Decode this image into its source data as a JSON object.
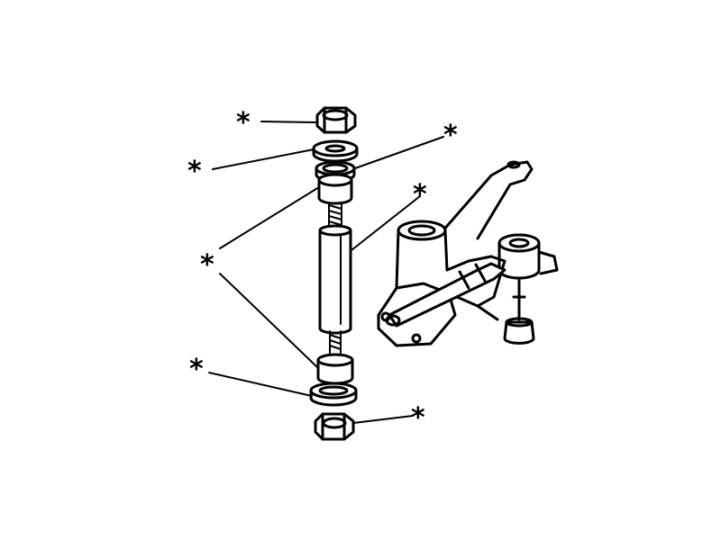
{
  "diagram": {
    "callout_symbol": "*",
    "callouts": [
      {
        "part": "upper-nut",
        "label": "*"
      },
      {
        "part": "upper-washer",
        "label": "*"
      },
      {
        "part": "upper-washer-right",
        "label": "*"
      },
      {
        "part": "sleeve",
        "label": "*"
      },
      {
        "part": "bushings",
        "label": "*"
      },
      {
        "part": "lower-washer",
        "label": "*"
      },
      {
        "part": "lower-nut",
        "label": "*"
      }
    ]
  }
}
